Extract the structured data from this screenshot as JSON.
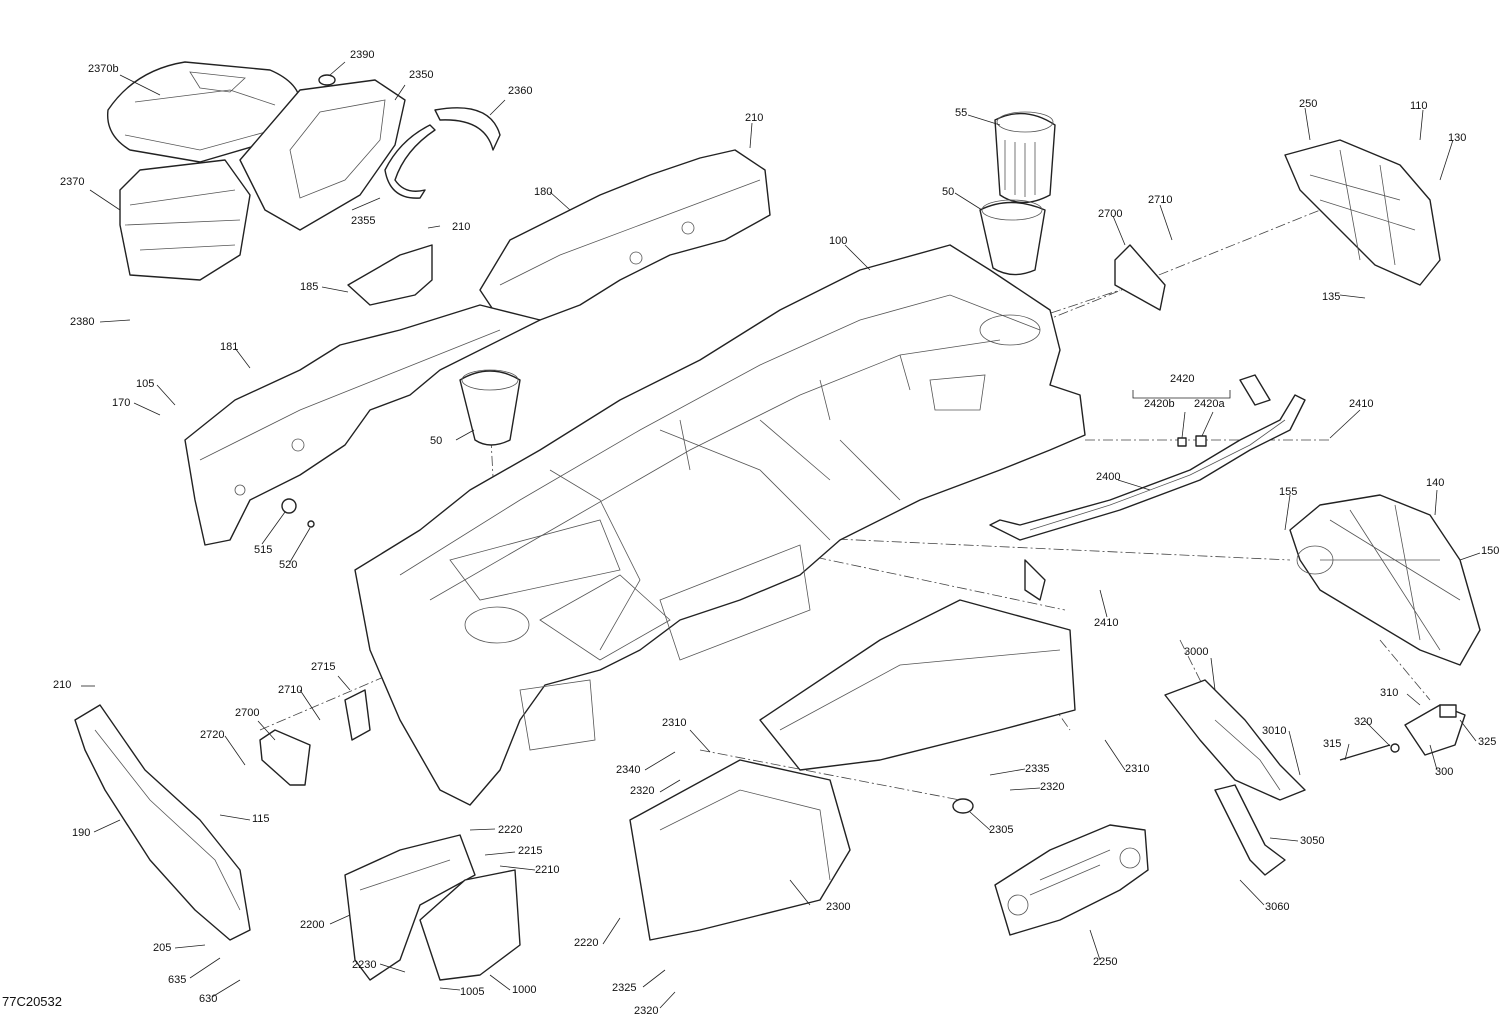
{
  "figure_code": "77C20532",
  "callouts": [
    "2370b",
    "2390",
    "2350",
    "2360",
    "2370",
    "2355",
    "2380",
    "210",
    "210",
    "180",
    "185",
    "181",
    "105",
    "170",
    "515",
    "520",
    "55",
    "50",
    "50",
    "100",
    "2700",
    "2710",
    "250",
    "110",
    "130",
    "135",
    "2420",
    "2420b",
    "2420a",
    "2410",
    "2400",
    "155",
    "140",
    "150",
    "2410",
    "210",
    "2715",
    "2710",
    "2700",
    "2720",
    "190",
    "115",
    "205",
    "635",
    "630",
    "2220",
    "2215",
    "2210",
    "2200",
    "2230",
    "1005",
    "1000",
    "2310",
    "2340",
    "2320",
    "2335",
    "2320",
    "2305",
    "2310",
    "2300",
    "2220",
    "2325",
    "2320",
    "2250",
    "3000",
    "3010",
    "310",
    "320",
    "315",
    "325",
    "300",
    "3050",
    "3060"
  ]
}
